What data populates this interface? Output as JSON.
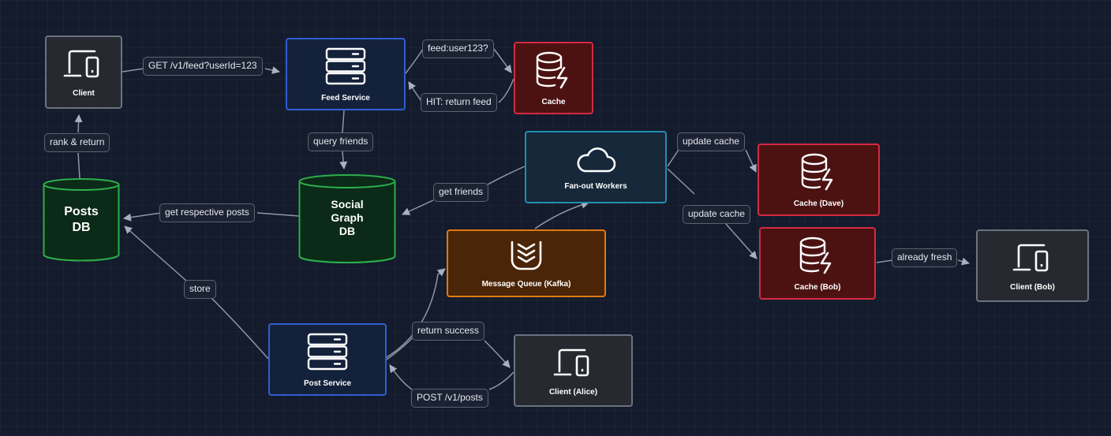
{
  "nodes": {
    "client": "Client",
    "feed_service": "Feed Service",
    "cache": "Cache",
    "fanout_workers": "Fan-out Workers",
    "cache_dave": "Cache (Dave)",
    "cache_bob": "Cache (Bob)",
    "client_bob": "Client (Bob)",
    "message_queue": "Message Queue (Kafka)",
    "post_service": "Post Service",
    "client_alice": "Client (Alice)",
    "posts_db": "Posts\nDB",
    "social_graph_db": "Social\nGraph\nDB"
  },
  "edges": {
    "get_feed": "GET /v1/feed?userId=123",
    "feed_lookup": "feed:user123?",
    "hit_return": "HIT: return feed",
    "query_friends": "query friends",
    "rank_return": "rank & return",
    "get_posts": "get respective posts",
    "get_friends": "get friends",
    "update_cache_dave": "update cache",
    "update_cache_bob": "update cache",
    "already_fresh": "already fresh",
    "store": "store",
    "return_success": "return success",
    "post_posts": "POST /v1/posts"
  },
  "colors": {
    "background": "#131b2c",
    "edge": "#8e96a8",
    "client": "#262a30",
    "service": "#14213a",
    "cache": "#4c1212",
    "workers": "#16283a",
    "queue": "#4b2508",
    "database": "#0b2a18"
  },
  "icons": {
    "client": "devices-icon",
    "service": "server-icon",
    "cache": "database-bolt-icon",
    "workers": "cloud-icon",
    "queue": "queue-icon"
  }
}
